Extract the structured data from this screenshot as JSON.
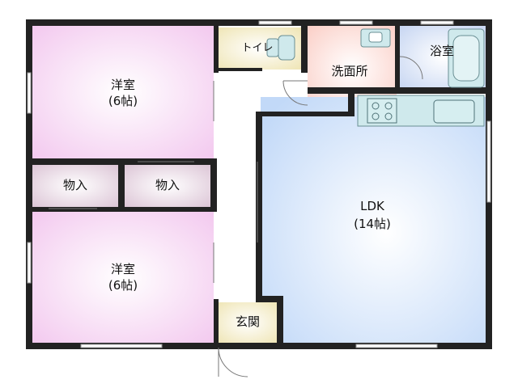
{
  "rooms": {
    "western_room_top": {
      "name": "洋室",
      "size": "(6帖)",
      "color": "#f6d6f3"
    },
    "western_room_bottom": {
      "name": "洋室",
      "size": "(6帖)",
      "color": "#f6d6f3"
    },
    "closet_left": {
      "name": "物入",
      "color": "#ead9e4"
    },
    "closet_right": {
      "name": "物入",
      "color": "#ead9e4"
    },
    "toilet": {
      "name": "トイレ",
      "color": "#f4efcf"
    },
    "washroom": {
      "name": "洗面所",
      "color": "#fde3df"
    },
    "bathroom": {
      "name": "浴室",
      "color": "#d9e4f7"
    },
    "ldk": {
      "name": "LDK",
      "size": "(14帖)",
      "color": "#cfe1fa"
    },
    "entrance": {
      "name": "玄関",
      "color": "#f6f0cf"
    }
  },
  "colors": {
    "wall": "#222222",
    "hallway": "#ffffff"
  }
}
